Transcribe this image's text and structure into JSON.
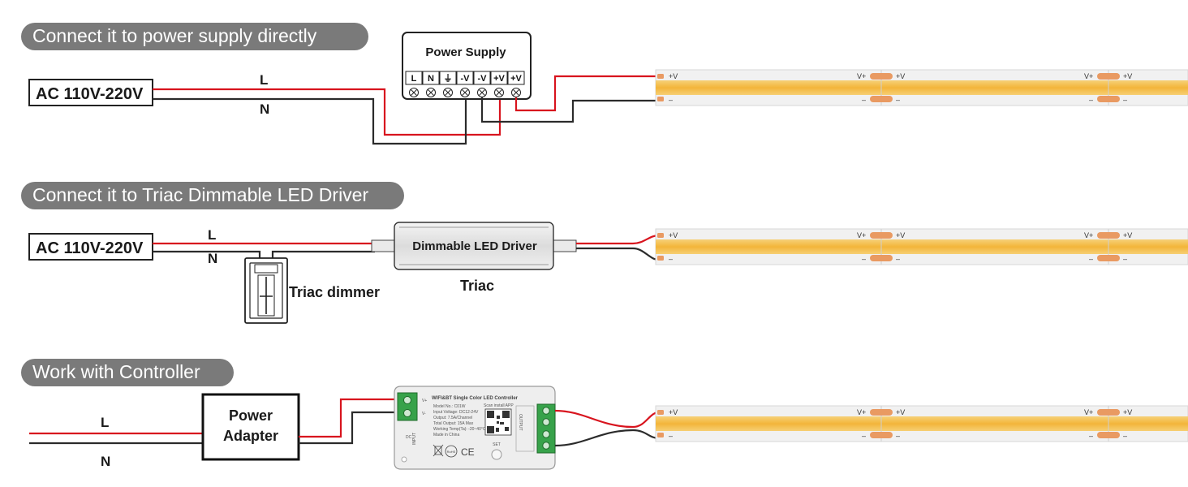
{
  "sections": [
    {
      "title": "Connect it to power supply directly"
    },
    {
      "title": "Connect it to Triac Dimmable LED Driver"
    },
    {
      "title": "Work with Controller"
    }
  ],
  "ac_source_label": "AC 110V-220V",
  "line_label": "L",
  "neutral_label": "N",
  "power_supply": {
    "title": "Power Supply",
    "terminals": [
      "L",
      "N",
      "⏚",
      "-V",
      "-V",
      "+V",
      "+V"
    ]
  },
  "driver": {
    "title": "Dimmable LED Driver",
    "type_label": "Triac"
  },
  "dimmer_label": "Triac dimmer",
  "adapter": {
    "line1": "Power",
    "line2": "Adapter"
  },
  "controller": {
    "title": "WIFI&BT Single Color LED Controller",
    "specs": [
      "Model No.: C01W",
      "Input Voltage: DC12-24V",
      "Output: 7.5A/Channel",
      "Total Output: 15A Max",
      "Working Temp(Ta): -20~40°C",
      "Made in China"
    ],
    "scan_label": "Scan install APP",
    "input_side_label": "INPUT",
    "output_side_label": "OUTPUT",
    "vplus": "V+",
    "vminus": "V-",
    "set_label": "SET",
    "dc_label": "DC",
    "marks": [
      "RoHS",
      "CE"
    ]
  },
  "strip": {
    "plus": "+V",
    "vplus": "V+",
    "minus": "–"
  },
  "colors": {
    "pill": "#7a7a7a",
    "live_wire": "#d8141e",
    "neutral_wire": "#2b2b2b",
    "strip_yellow": "#f2b93a",
    "strip_pad": "#e99a62",
    "terminal_green": "#37a24a"
  }
}
